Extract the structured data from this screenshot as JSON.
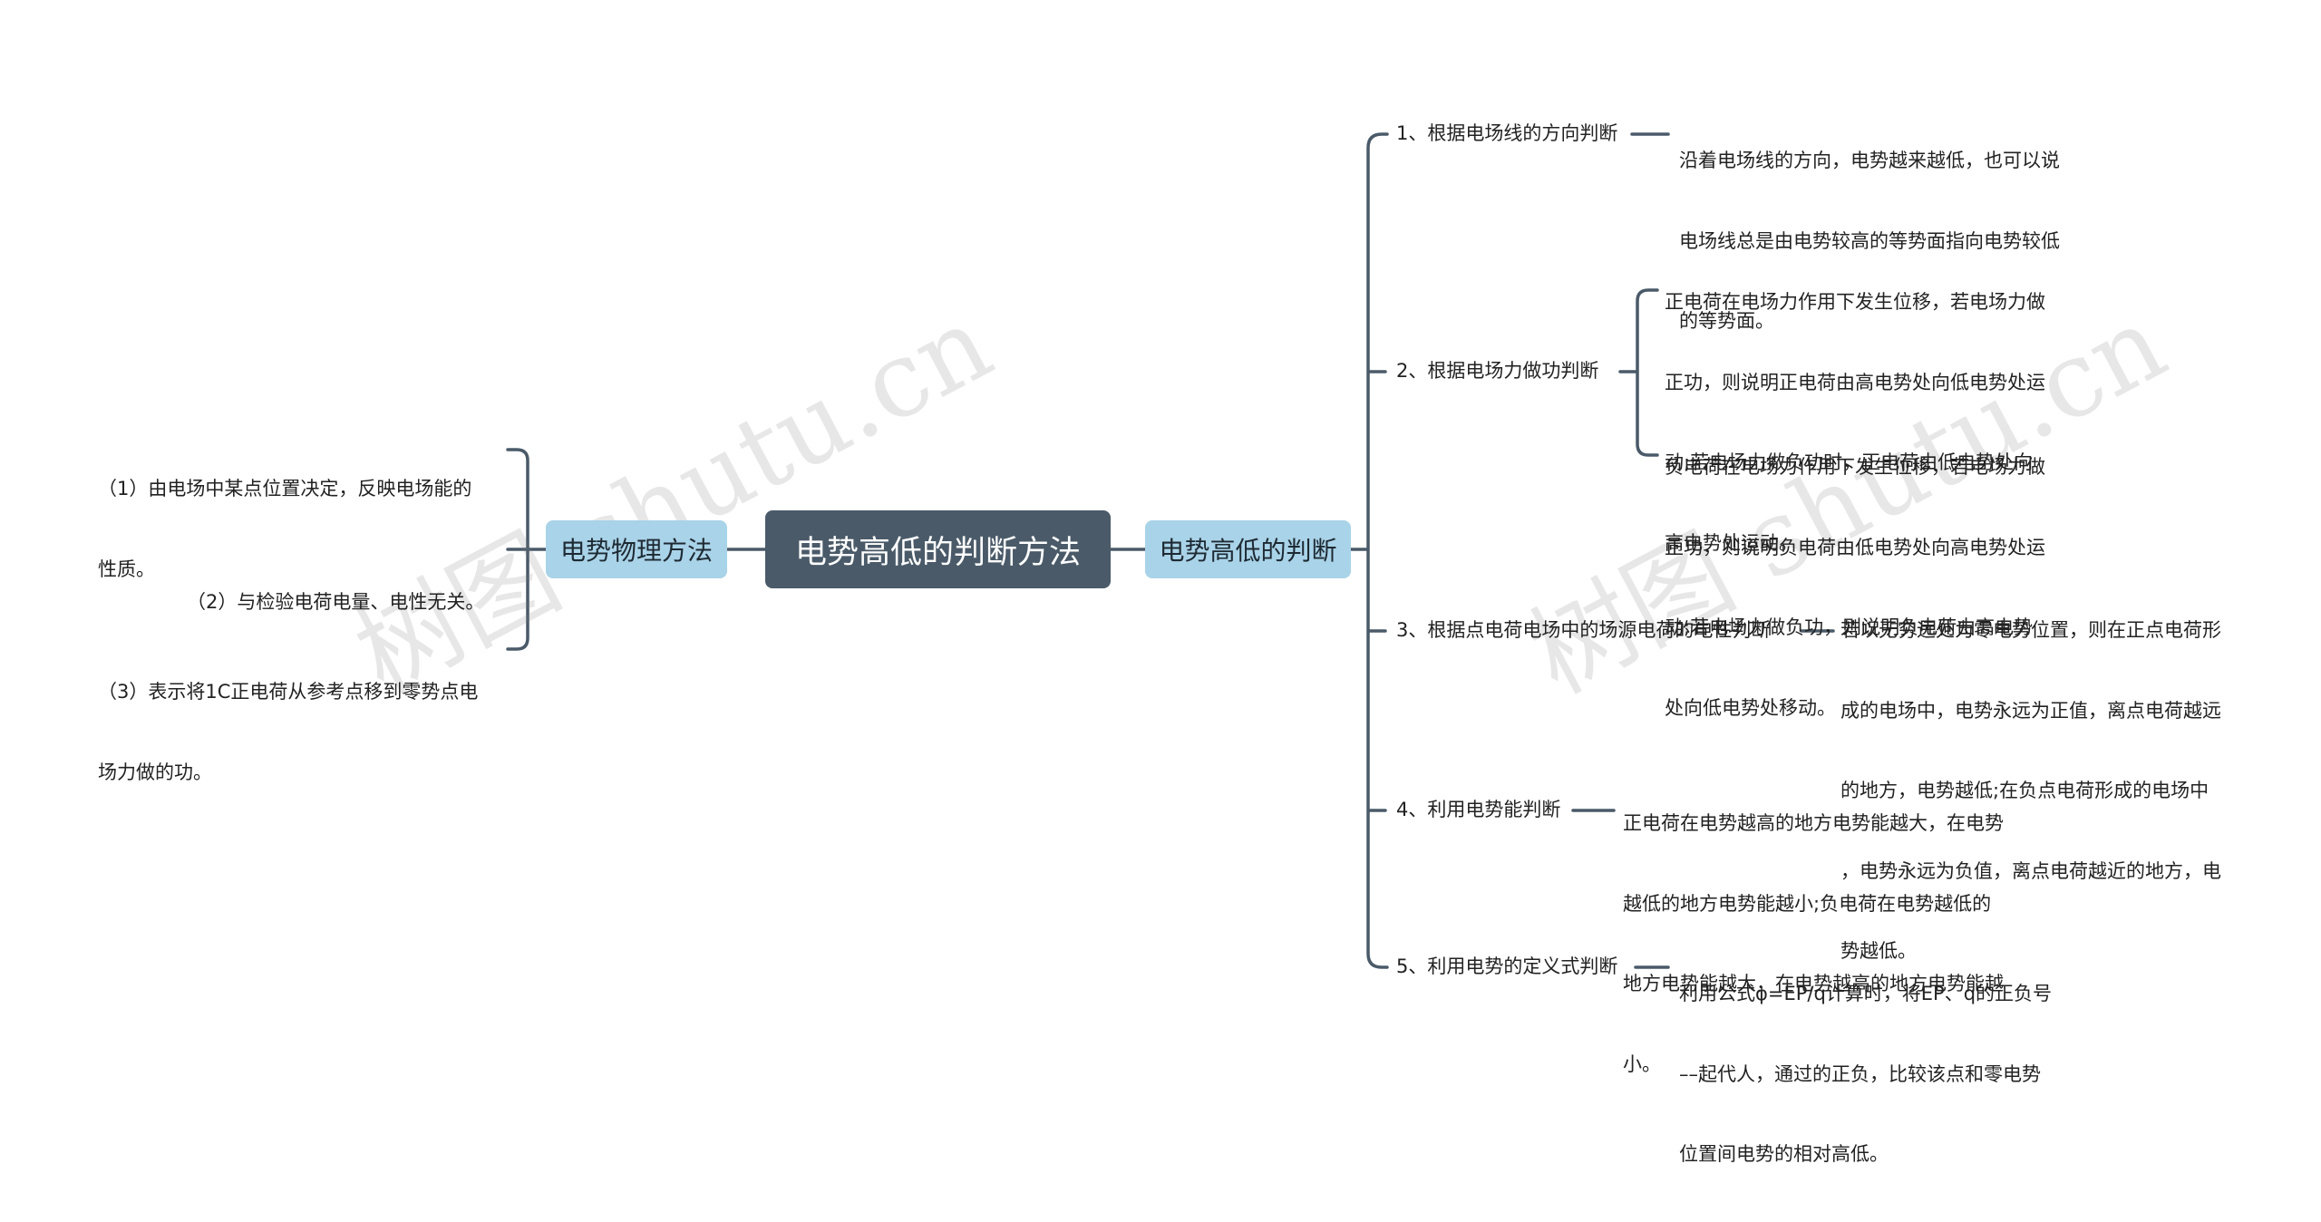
{
  "root": {
    "label": "电势高低的判断方法"
  },
  "left_branch": {
    "label": "电势物理方法",
    "items": [
      {
        "lines": [
          "（1）由电场中某点位置决定，反映电场能的",
          "性质。"
        ]
      },
      {
        "lines": [
          "（2）与检验电荷电量、电性无关。"
        ]
      },
      {
        "lines": [
          "（3）表示将1C正电荷从参考点移到零势点电",
          "场力做的功。"
        ]
      }
    ]
  },
  "right_branch": {
    "label": "电势高低的判断",
    "items": [
      {
        "label": "1、根据电场线的方向判断",
        "details": [
          {
            "lines": [
              "沿着电场线的方向，电势越来越低，也可以说",
              "电场线总是由电势较高的等势面指向电势较低",
              "的等势面。"
            ]
          }
        ]
      },
      {
        "label": "2、根据电场力做功判断",
        "details": [
          {
            "lines": [
              "正电荷在电场力作用下发生位移，若电场力做",
              "正功，则说明正电荷由高电势处向低电势处运",
              "动;若电场力做负功时，正电荷由低电势处向",
              "高电势处运动。"
            ]
          },
          {
            "lines": [
              "负电荷在电场力作用下发生位移，若电场力做",
              "正功，则说明负电荷由低电势处向高电势处运",
              "动;若电场力做负功，则说明负电荷由高电势",
              "处向低电势处移动。"
            ]
          }
        ]
      },
      {
        "label": "3、根据点电荷电场中的场源电荷的电性判断",
        "details": [
          {
            "lines": [
              "若以无穷远处为零电势位置，则在正点电荷形",
              "成的电场中，电势永远为正值，离点电荷越远",
              "的地方，电势越低;在负点电荷形成的电场中",
              "，电势永远为负值，离点电荷越近的地方，电",
              "势越低。"
            ]
          }
        ]
      },
      {
        "label": "4、利用电势能判断",
        "details": [
          {
            "lines": [
              "正电荷在电势越高的地方电势能越大，在电势",
              "越低的地方电势能越小;负电荷在电势越低的",
              "地方电势能越大，在电势越高的地方电势能越",
              "小。"
            ]
          }
        ]
      },
      {
        "label": "5、利用电势的定义式判断",
        "details": [
          {
            "lines": [
              "利用公式φ=EP/q计算时，将EP、q的正负号",
              "––起代人，通过的正负，比较该点和零电势",
              "位置间电势的相对高低。"
            ]
          }
        ]
      }
    ]
  },
  "watermarks": [
    "树图 shutu.cn",
    "树图 shutu.cn"
  ],
  "colors": {
    "root_bg": "#4a5a69",
    "branch_bg": "#a9d3e8",
    "connector": "#4a5a69"
  }
}
